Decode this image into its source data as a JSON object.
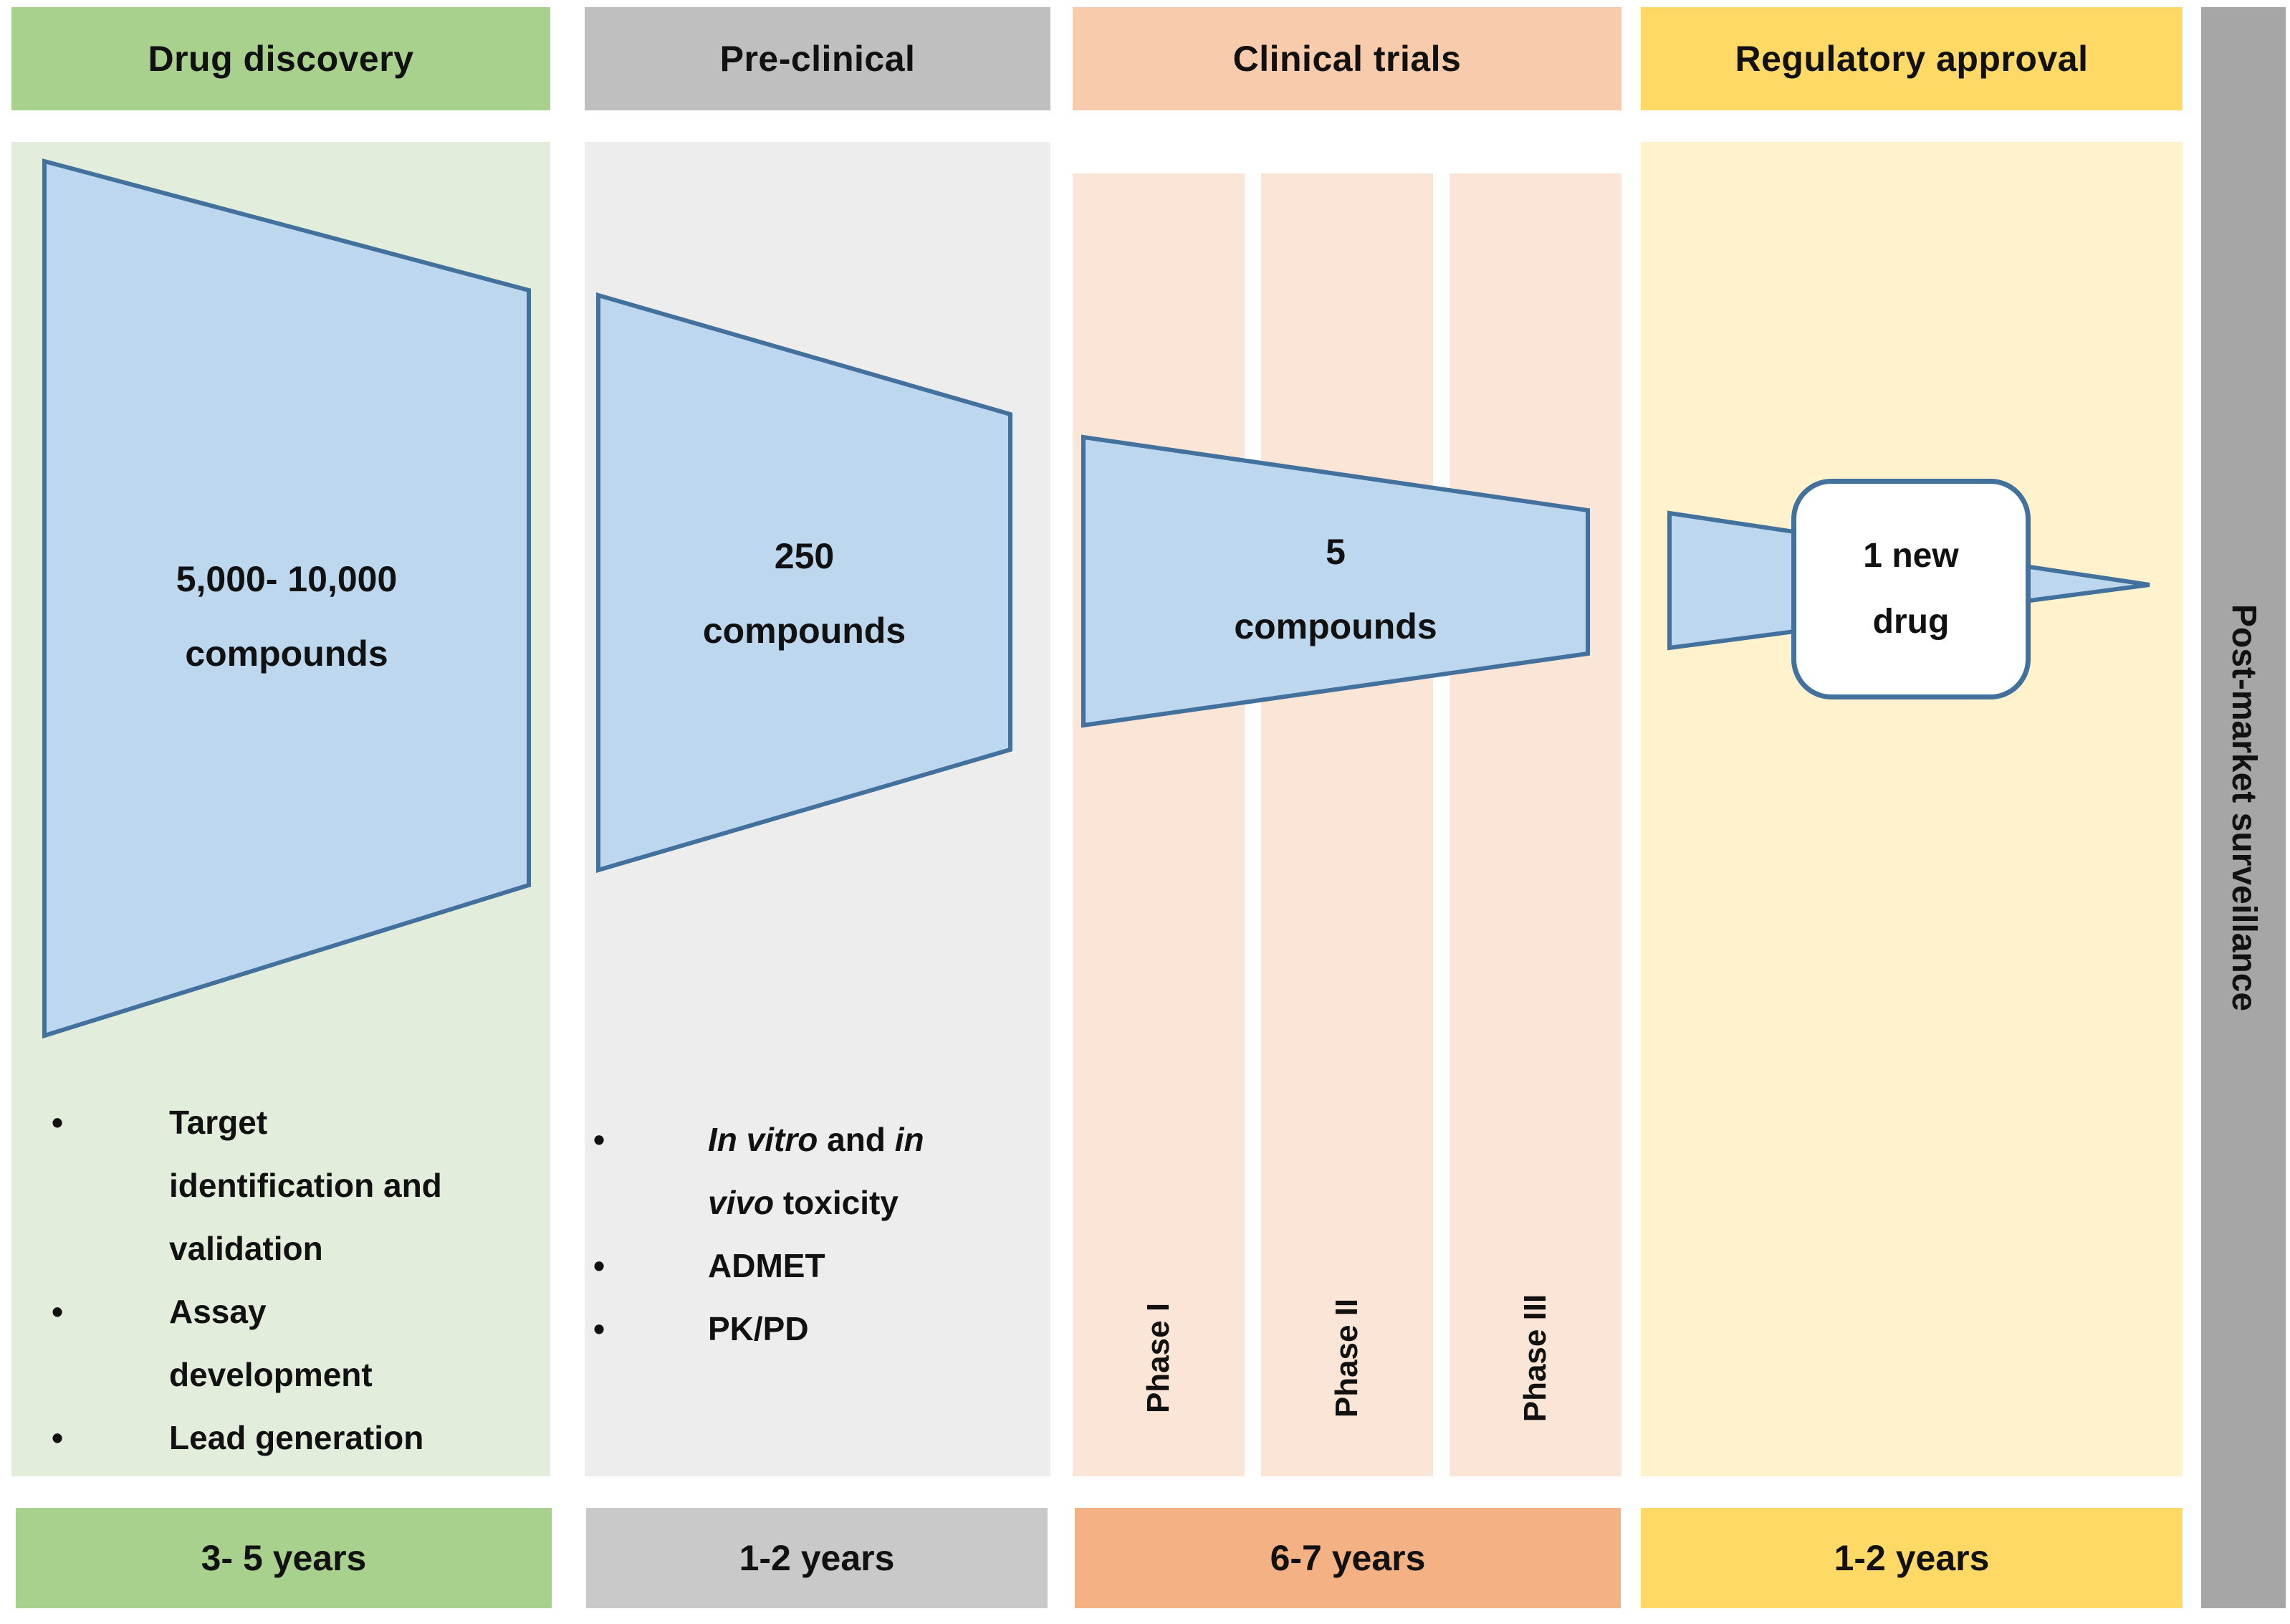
{
  "stages": [
    {
      "name": "Drug discovery",
      "duration": "3- 5 years",
      "funnel": {
        "line1": "5,000- 10,000",
        "line2": "compounds"
      },
      "bullets": [
        [
          {
            "t": "Target identification and validation"
          }
        ],
        [
          {
            "t": "Assay development"
          }
        ],
        [
          {
            "t": "Lead generation"
          }
        ]
      ]
    },
    {
      "name": "Pre-clinical",
      "duration": "1-2 years",
      "funnel": {
        "line1": "250",
        "line2": "compounds"
      },
      "bullets": [
        [
          {
            "t": "In vitro",
            "i": true
          },
          {
            "t": " and "
          },
          {
            "t": "in vivo",
            "i": true
          },
          {
            "t": " toxicity"
          }
        ],
        [
          {
            "t": "ADMET"
          }
        ],
        [
          {
            "t": "PK/PD"
          }
        ]
      ]
    },
    {
      "name": "Clinical trials",
      "duration": "6-7 years",
      "funnel": {
        "line1": "5",
        "line2": "compounds"
      },
      "phases": [
        "Phase I",
        "Phase II",
        "Phase III"
      ]
    },
    {
      "name": "Regulatory approval",
      "duration": "1-2 years",
      "result": {
        "line1": "1 new",
        "line2": "drug"
      }
    }
  ],
  "post_market_label": "Post-market surveillance",
  "colors": {
    "green_header": "#A9D18E",
    "green_body": "#E2EEDB",
    "green_footer": "#A9D18E",
    "gray_header": "#BFBFBF",
    "gray_body": "#EDEDED",
    "gray_footer": "#C9C9C9",
    "peach_header": "#F8CBAD",
    "peach_body": "#FBE5D6",
    "orange_footer": "#F4B183",
    "yellow_header": "#FFD966",
    "yellow_body": "#FFF2CC",
    "yellow_footer": "#FFD966",
    "sidebar_gray": "#A6A6A6",
    "funnel_fill": "#BDD7EE",
    "funnel_stroke": "#41719C",
    "result_box_bg": "#FFFFFF"
  }
}
